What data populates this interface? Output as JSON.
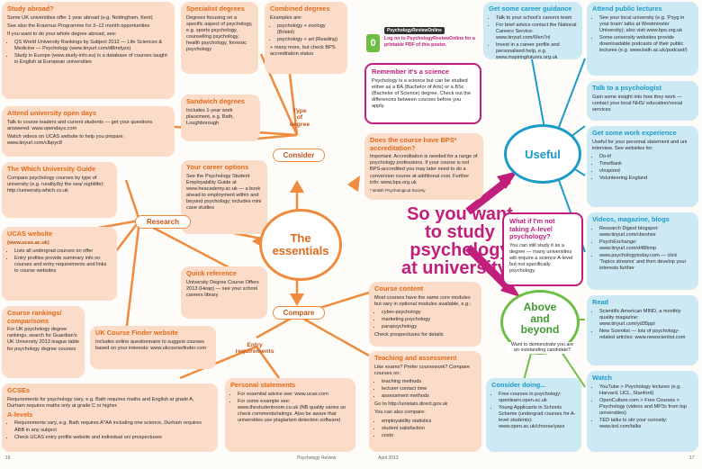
{
  "headline": {
    "l1": "So you want",
    "l2": "to study",
    "l3": "psychology",
    "l4": "at university?"
  },
  "hubs": {
    "essentials": {
      "l1": "The",
      "l2": "essentials"
    },
    "useful": "Useful",
    "above": {
      "l1": "Above",
      "l2": "and",
      "l3": "beyond"
    }
  },
  "labels": {
    "consider": "Consider",
    "research": "Research",
    "compare": "Compare",
    "type_of_degree": {
      "l1": "Type",
      "l2": "of",
      "l3": "degree"
    },
    "entry": {
      "l1": "Entry",
      "l2": "requirements"
    }
  },
  "promo": {
    "brand": "PsychologyReviewOnline",
    "text": "Log on to PsychologyReviewOnline for a printable PDF of this poster."
  },
  "study_abroad": {
    "title": "Study abroad?",
    "p1": "Some UK universities offer 1 year abroad (e.g. Nottingham, Kent)",
    "p2": "See also the Erasmus Programme for 3–12 month opportunities",
    "p3": "If you want to do your whole degree abroad, see:",
    "li1": "QS World University Rankings by Subject 2012 — Life Sciences & Medicine — Psychology (www.tinyurl.com/d8mdyzs)",
    "li2": "Study in Europe (www.study-info.eu) is a database of courses taught in English at European universities"
  },
  "specialist": {
    "title": "Specialist degrees",
    "text": "Degrees focusing on a specific aspect of psychology, e.g. sports psychology, counselling psychology, health psychology, forensic psychology"
  },
  "combined": {
    "title": "Combined degrees",
    "intro": "Examples are:",
    "li1": "psychology + zoology (Bristol)",
    "li2": "psychology + art (Reading)",
    "more": "+ many more, but check BPS accreditation status"
  },
  "sandwich": {
    "title": "Sandwich degrees",
    "text": "Includes 1-year work placement, e.g. Bath, Loughborough"
  },
  "open_days": {
    "title": "Attend university open days",
    "p1": "Talk to course leaders and current students — get your questions answered: www.opendays.com",
    "p2": "Watch videos on UCAS website to help you prepare: www.tinyurl.com/clbpyc8"
  },
  "which_guide": {
    "title": "The Which University Guide",
    "text": "Compare psychology courses by type of university (e.g. rurality/by the sea/ nightlife): http://university.which.co.uk"
  },
  "career_options": {
    "title": "Your career options",
    "text": "See the Psychology Student Employability Guide at www.heacademy.ac.uk — a book ahead to employment within and beyond psychology; includes mini case studies"
  },
  "ucas": {
    "title": "UCAS website",
    "url": "(www.ucas.ac.uk)",
    "li1": "Lists all undergrad courses on offer",
    "li2": "Entry profiles provide summary info on courses and entry requirements and links to course websites"
  },
  "quick_ref": {
    "title": "Quick reference",
    "text": "University Degree Course Offers 2013 (Heap) — see your school careers library"
  },
  "rankings": {
    "title": "Course rankings/ comparisons",
    "text": "For UK psychology degree rankings, search for Guardian's UK University 2013 league table for psychology degree courses"
  },
  "course_finder": {
    "title": "UK Course Finder website",
    "text": "Includes online questionnaire to suggest courses based on your interests: www.ukcoursefinder.com"
  },
  "gcses": {
    "title": "GCSEs",
    "text": "Requirements for psychology vary, e.g. Bath requires maths and English at grade A, Durham requires maths only at grade C or higher."
  },
  "alevels": {
    "title": "A-levels",
    "li1": "Requirements vary, e.g. Bath requires A*AA including one science, Durham requires ABB in any subject",
    "li2": "Check UCAS entry profile website and individual uni prospectuses"
  },
  "personal": {
    "title": "Personal statements",
    "li1": "For essential advice see: www.ucas.com",
    "li2": "For some example see: www.thestudentroom.co.uk (NB quality varies so check comments/ratings. Also be aware that universities use plagiarism detection software)"
  },
  "science": {
    "title": "Remember it's a science",
    "text": "Psychology is a science but can be studied either as a BA (Bachelor of Arts) or a BSc (Bachelor of Science) degree. Check out the differences between courses before you apply."
  },
  "bps": {
    "title": "Does the course have BPS* accreditation?",
    "text": "Important. Accreditation is needed for a range of psychology professions. If your course is not BPS-accredited you may later need to do a conversion course at additional cost. Further info: www.bps.org.uk",
    "note": "* British Psychological Society"
  },
  "course_content": {
    "title": "Course content",
    "intro": "Most courses have the same core modules but vary in optional modules available, e.g.:",
    "li1": "cyber-psychology",
    "li2": "marketing psychology",
    "li3": "parapsychology",
    "end": "Check prospectuses for details"
  },
  "teaching": {
    "title": "Teaching and assessment",
    "p1": "Like exams? Prefer coursework? Compare courses on:",
    "li1": "teaching methods",
    "li2": "lecturer contact time",
    "li3": "assessment methods",
    "p2": "Go to http://unistats.direct.gov.uk",
    "p3": "You can also compare:",
    "li4": "employability statistics",
    "li5": "student satisfaction",
    "li6": "costs"
  },
  "not_alevel": {
    "title": "What if I'm not taking A-level psychology?",
    "text": "You can still study it as a degree — many universities will require a science A-level but not specifically psychology."
  },
  "above_box": {
    "text": "Want to demonstrate you are an outstanding candidate?"
  },
  "career_guidance": {
    "title": "Get some career guidance",
    "li1": "Talk to your school's careers team",
    "li2": "For brief advice contact the National Careers Service: www.tinyurl.com/6fen7nl",
    "li3": "Invest in a career profile and personalised help, e.g. www.inspiringfutures.org.uk"
  },
  "lectures": {
    "title": "Attend public lectures",
    "li1": "See your local university (e.g. 'Psyg in your brain' talks at Westminster University); also visit www.bps.org.uk",
    "li2": "Some university websites provide downloadable podcasts of their public lectures (e.g. www.bath.ac.uk/podcast/)"
  },
  "psychologist": {
    "title": "Talk to a psychologist",
    "text": "Gain some insight into how they work — contact your local NHS/ education/social services"
  },
  "work_exp": {
    "title": "Get some work experience",
    "text": "Useful for your personal statement and uni interview. See websites for:",
    "li1": "Do-it!",
    "li2": "TimeBank",
    "li3": "vInspired",
    "li4": "Volunteering England"
  },
  "videos": {
    "title": "Videos, magazine, blogs",
    "li1": "Research Digest blogspot: www.tinyurl.com/cbeshxe",
    "li2": "PsychExchange: www.tinyurl.com/d48lkmp",
    "li3": "www.psychologytoday.com — click 'Topics streams' and then develop your interests further"
  },
  "read": {
    "title": "Read",
    "li1": "Scientific American MIND, a monthly quality magazine: www.tinyurl.com/yd35ppl",
    "li2": "New Scientist — lots of psychology-related articles: www.newscientist.com"
  },
  "consider_doing": {
    "title": "Consider doing...",
    "li1": "Free courses in psychology: openlearn.open.ac.uk",
    "li2": "Young Applicants in Schools Scheme (undergrad courses for A-level students): www.open.ac.uk/choose/yass"
  },
  "watch": {
    "title": "Watch",
    "li1": "YouTube > Psychology lectures (e.g. Harvard, UCL, Stanford)",
    "li2": "OpenCulture.com > Free Courses > Psychology (videos and MP3s from top universities)",
    "li3": "TED talks to stir your curiosity: www.ted.com/talks"
  },
  "footer": {
    "left_page": "16",
    "magazine": "Psychology Review",
    "date": "April 2013",
    "right_page": "17"
  },
  "colors": {
    "orange": "#f08a3c",
    "pink": "#c21e7c",
    "green": "#6cbe45",
    "teal": "#1b9bc8",
    "peach": "#fbdcc8",
    "blue": "#cde9f4"
  }
}
